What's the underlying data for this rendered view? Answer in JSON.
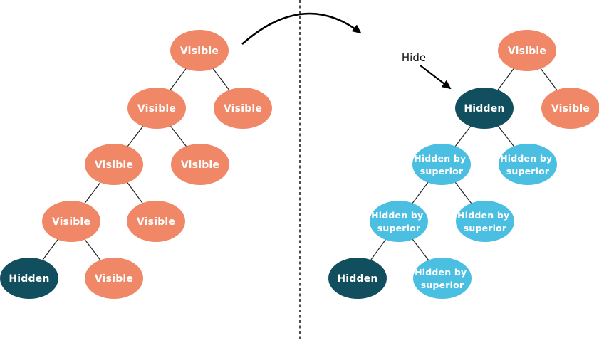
{
  "colors": {
    "visible": "#F08868",
    "hidden": "#124F5E",
    "hidden_by_superior": "#4ABFE2",
    "node_text": "#FFFFFF",
    "edge": "#1F1F1F",
    "arrow": "#000000"
  },
  "annotation": {
    "hide_label": "Hide"
  },
  "left_tree": {
    "nodes": [
      {
        "state": "visible",
        "lines": [
          "Visible"
        ]
      },
      {
        "state": "visible",
        "lines": [
          "Visible"
        ]
      },
      {
        "state": "visible",
        "lines": [
          "Visible"
        ]
      },
      {
        "state": "visible",
        "lines": [
          "Visible"
        ]
      },
      {
        "state": "visible",
        "lines": [
          "Visible"
        ]
      },
      {
        "state": "visible",
        "lines": [
          "Visible"
        ]
      },
      {
        "state": "visible",
        "lines": [
          "Visible"
        ]
      },
      {
        "state": "hidden",
        "lines": [
          "Hidden"
        ]
      },
      {
        "state": "visible",
        "lines": [
          "Visible"
        ]
      }
    ]
  },
  "right_tree": {
    "nodes": [
      {
        "state": "visible",
        "lines": [
          "Visible"
        ]
      },
      {
        "state": "hidden",
        "lines": [
          "Hidden"
        ]
      },
      {
        "state": "visible",
        "lines": [
          "Visible"
        ]
      },
      {
        "state": "hidden_by_superior",
        "lines": [
          "Hidden by",
          "superior"
        ]
      },
      {
        "state": "hidden_by_superior",
        "lines": [
          "Hidden by",
          "superior"
        ]
      },
      {
        "state": "hidden_by_superior",
        "lines": [
          "Hidden by",
          "superior"
        ]
      },
      {
        "state": "hidden_by_superior",
        "lines": [
          "Hidden by",
          "superior"
        ]
      },
      {
        "state": "hidden",
        "lines": [
          "Hidden"
        ]
      },
      {
        "state": "hidden_by_superior",
        "lines": [
          "Hidden by",
          "superior"
        ]
      }
    ]
  }
}
